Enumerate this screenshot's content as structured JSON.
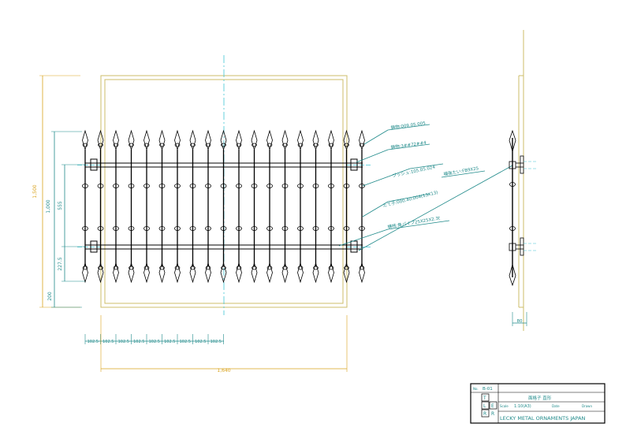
{
  "colors": {
    "line": "#000000",
    "dim_teal": "#1f8a8a",
    "frame_gold": "#cdbd6a",
    "dim_gold": "#d9a21b",
    "center_cyan": "#41c6d6"
  },
  "front": {
    "dim_left_outer": "1,500",
    "dim_left_mid": "1,000",
    "dim_left_inner": "555",
    "dim_left_low": "227.5",
    "dim_left_base": "200",
    "picket_spacing": "102.5",
    "dim_bottom_width": "1,640"
  },
  "callouts": [
    {
      "text": "鋳物:009.05.005"
    },
    {
      "text": "鋳物:3##72##4"
    },
    {
      "text": "ブッシュ:105.05.024"
    },
    {
      "text": "たて子:000.40.004(13X13)"
    },
    {
      "text": "横桟:角パイプ25X25X2.3t"
    },
    {
      "text": "補強たい:FB9X25"
    }
  ],
  "side": {
    "dim_depth": "80"
  },
  "title_block": {
    "no_label": "No.",
    "no_value": "B-01",
    "title": "面格子 直形",
    "scale_label": "Scale",
    "scale_value": "1:10(A3)",
    "date_label": "Date",
    "drawn_label": "Drawn",
    "logo_letters": [
      "T",
      "L",
      "E",
      "R",
      "R"
    ],
    "company": "LECKY METAL ORNAMENTS JAPAN"
  }
}
